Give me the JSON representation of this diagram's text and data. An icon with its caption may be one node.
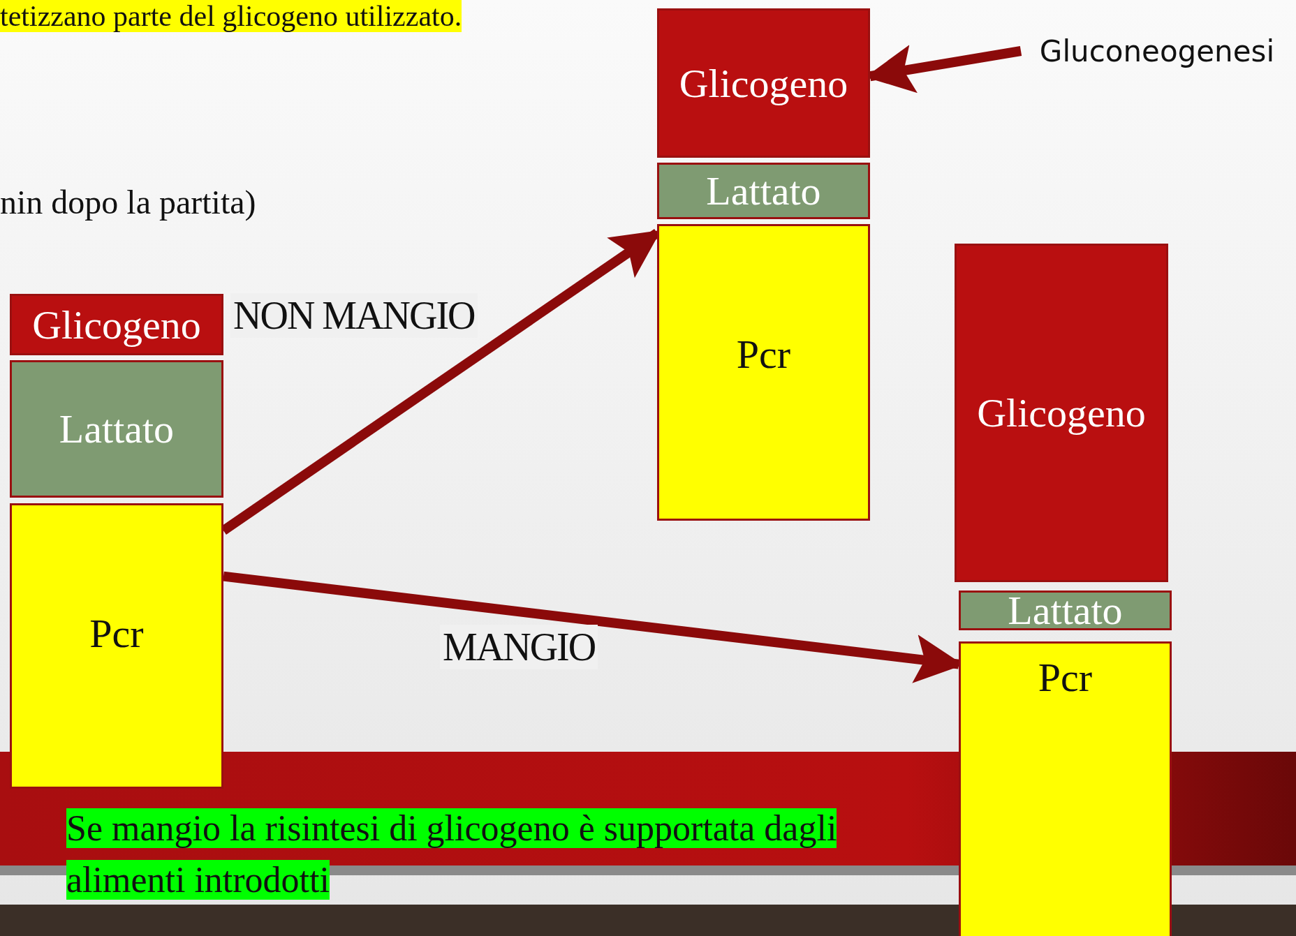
{
  "diagram": {
    "nodes": [
      {
        "text": [
          "Glicogeno"
        ]
      },
      {
        "text": [
          "Lattato"
        ]
      },
      {
        "text": [
          "Pcr"
        ]
      },
      {
        "text": [
          "Glicogeno"
        ]
      },
      {
        "text": [
          "Lattato"
        ]
      },
      {
        "text": [
          "Pcr"
        ]
      },
      {
        "text": [
          "Glicogeno"
        ]
      },
      {
        "text": [
          "Lattato"
        ]
      },
      {
        "text": [
          "Pcr"
        ]
      },
      {
        "text": [
          "Gluconeogenesi"
        ]
      }
    ],
    "edges": [
      {
        "from": 9,
        "to": 3,
        "arrow": "to"
      },
      {
        "from": 2,
        "to": 5,
        "arrow": "to",
        "label": "NON MANGIO"
      },
      {
        "from": 2,
        "to": 8,
        "arrow": "to",
        "label": "MANGIO"
      }
    ],
    "labels": [
      "tetizzano parte del glicogeno utilizzato.",
      "nin dopo la partita)",
      "Se mangio la risintesi di glicogeno è supportata dagli alimenti introdotti"
    ]
  }
}
